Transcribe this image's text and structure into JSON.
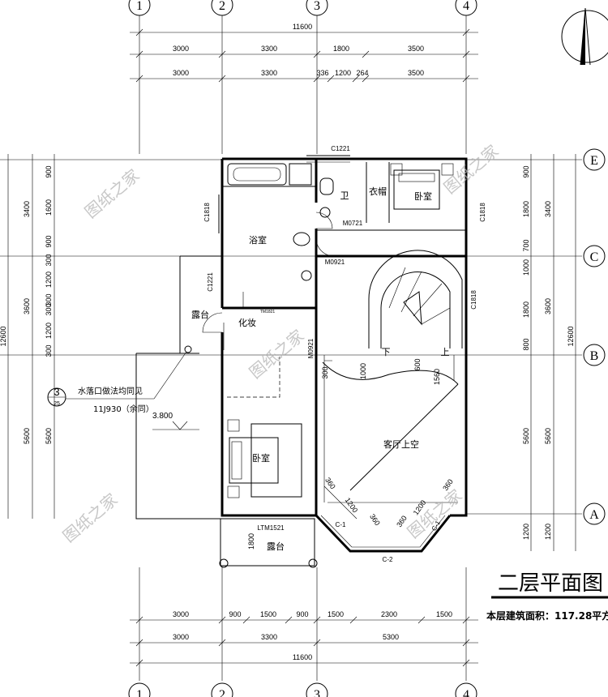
{
  "drawing": {
    "title": "二层平面图",
    "area_note": "本层建筑面积：117.28平方",
    "elevation": "3.800",
    "watermark": "图纸之家"
  },
  "axes": {
    "top": [
      "1",
      "2",
      "3",
      "4"
    ],
    "bottom": [
      "1",
      "2",
      "3",
      "4"
    ],
    "right": [
      "E",
      "C",
      "B",
      "A"
    ]
  },
  "dims": {
    "top_total": "11600",
    "top_row1": [
      "3000",
      "3300",
      "1800",
      "3500"
    ],
    "top_row2": [
      "3000",
      "3300",
      "336",
      "1200",
      "264",
      "3500"
    ],
    "bottom_row1": [
      "3000",
      "900",
      "1500",
      "900",
      "1500",
      "2300",
      "1500"
    ],
    "bottom_row2": [
      "3000",
      "3300",
      "5300"
    ],
    "bottom_total": "11600",
    "left_outer": [
      "3400",
      "3600",
      "5600"
    ],
    "left_inner": [
      "900",
      "1600",
      "900",
      "300",
      "1200",
      "300",
      "300",
      "1200",
      "300",
      "5600"
    ],
    "left_total": "12600",
    "right_inner": [
      "900",
      "1800",
      "700",
      "1000",
      "1800",
      "800",
      "5600",
      "1200"
    ],
    "right_outer": [
      "3400",
      "3600",
      "5600",
      "1200"
    ],
    "right_total": "12600",
    "interior": [
      "1000",
      "600",
      "1560",
      "300",
      "1200",
      "360",
      "360",
      "1200",
      "360",
      "360",
      "1800"
    ]
  },
  "rooms": {
    "bath": "浴室",
    "wc": "卫",
    "closet": "衣帽",
    "bedroom_ne": "卧室",
    "dressing": "化妆",
    "terrace_w": "露台",
    "bedroom_s": "卧室",
    "living_void": "客厅上空",
    "terrace_s": "露台"
  },
  "codes": {
    "c1221_top": "C1221",
    "c1818_w": "C1818",
    "c1221_w": "C1221",
    "m0721": "M0721",
    "m0921": "M0921",
    "c1818_e": "C1818",
    "m0921_s": "M0921",
    "ltm": "LTM1521",
    "c1": "C-1",
    "c2": "C-2",
    "c1b": "C-1",
    "dn": "下",
    "up": "上",
    "small": "TM1821"
  },
  "note": {
    "index_top": "3",
    "index_bottom": "25",
    "line1": "水落口做法均同见",
    "line2": "11J930（余同）"
  }
}
